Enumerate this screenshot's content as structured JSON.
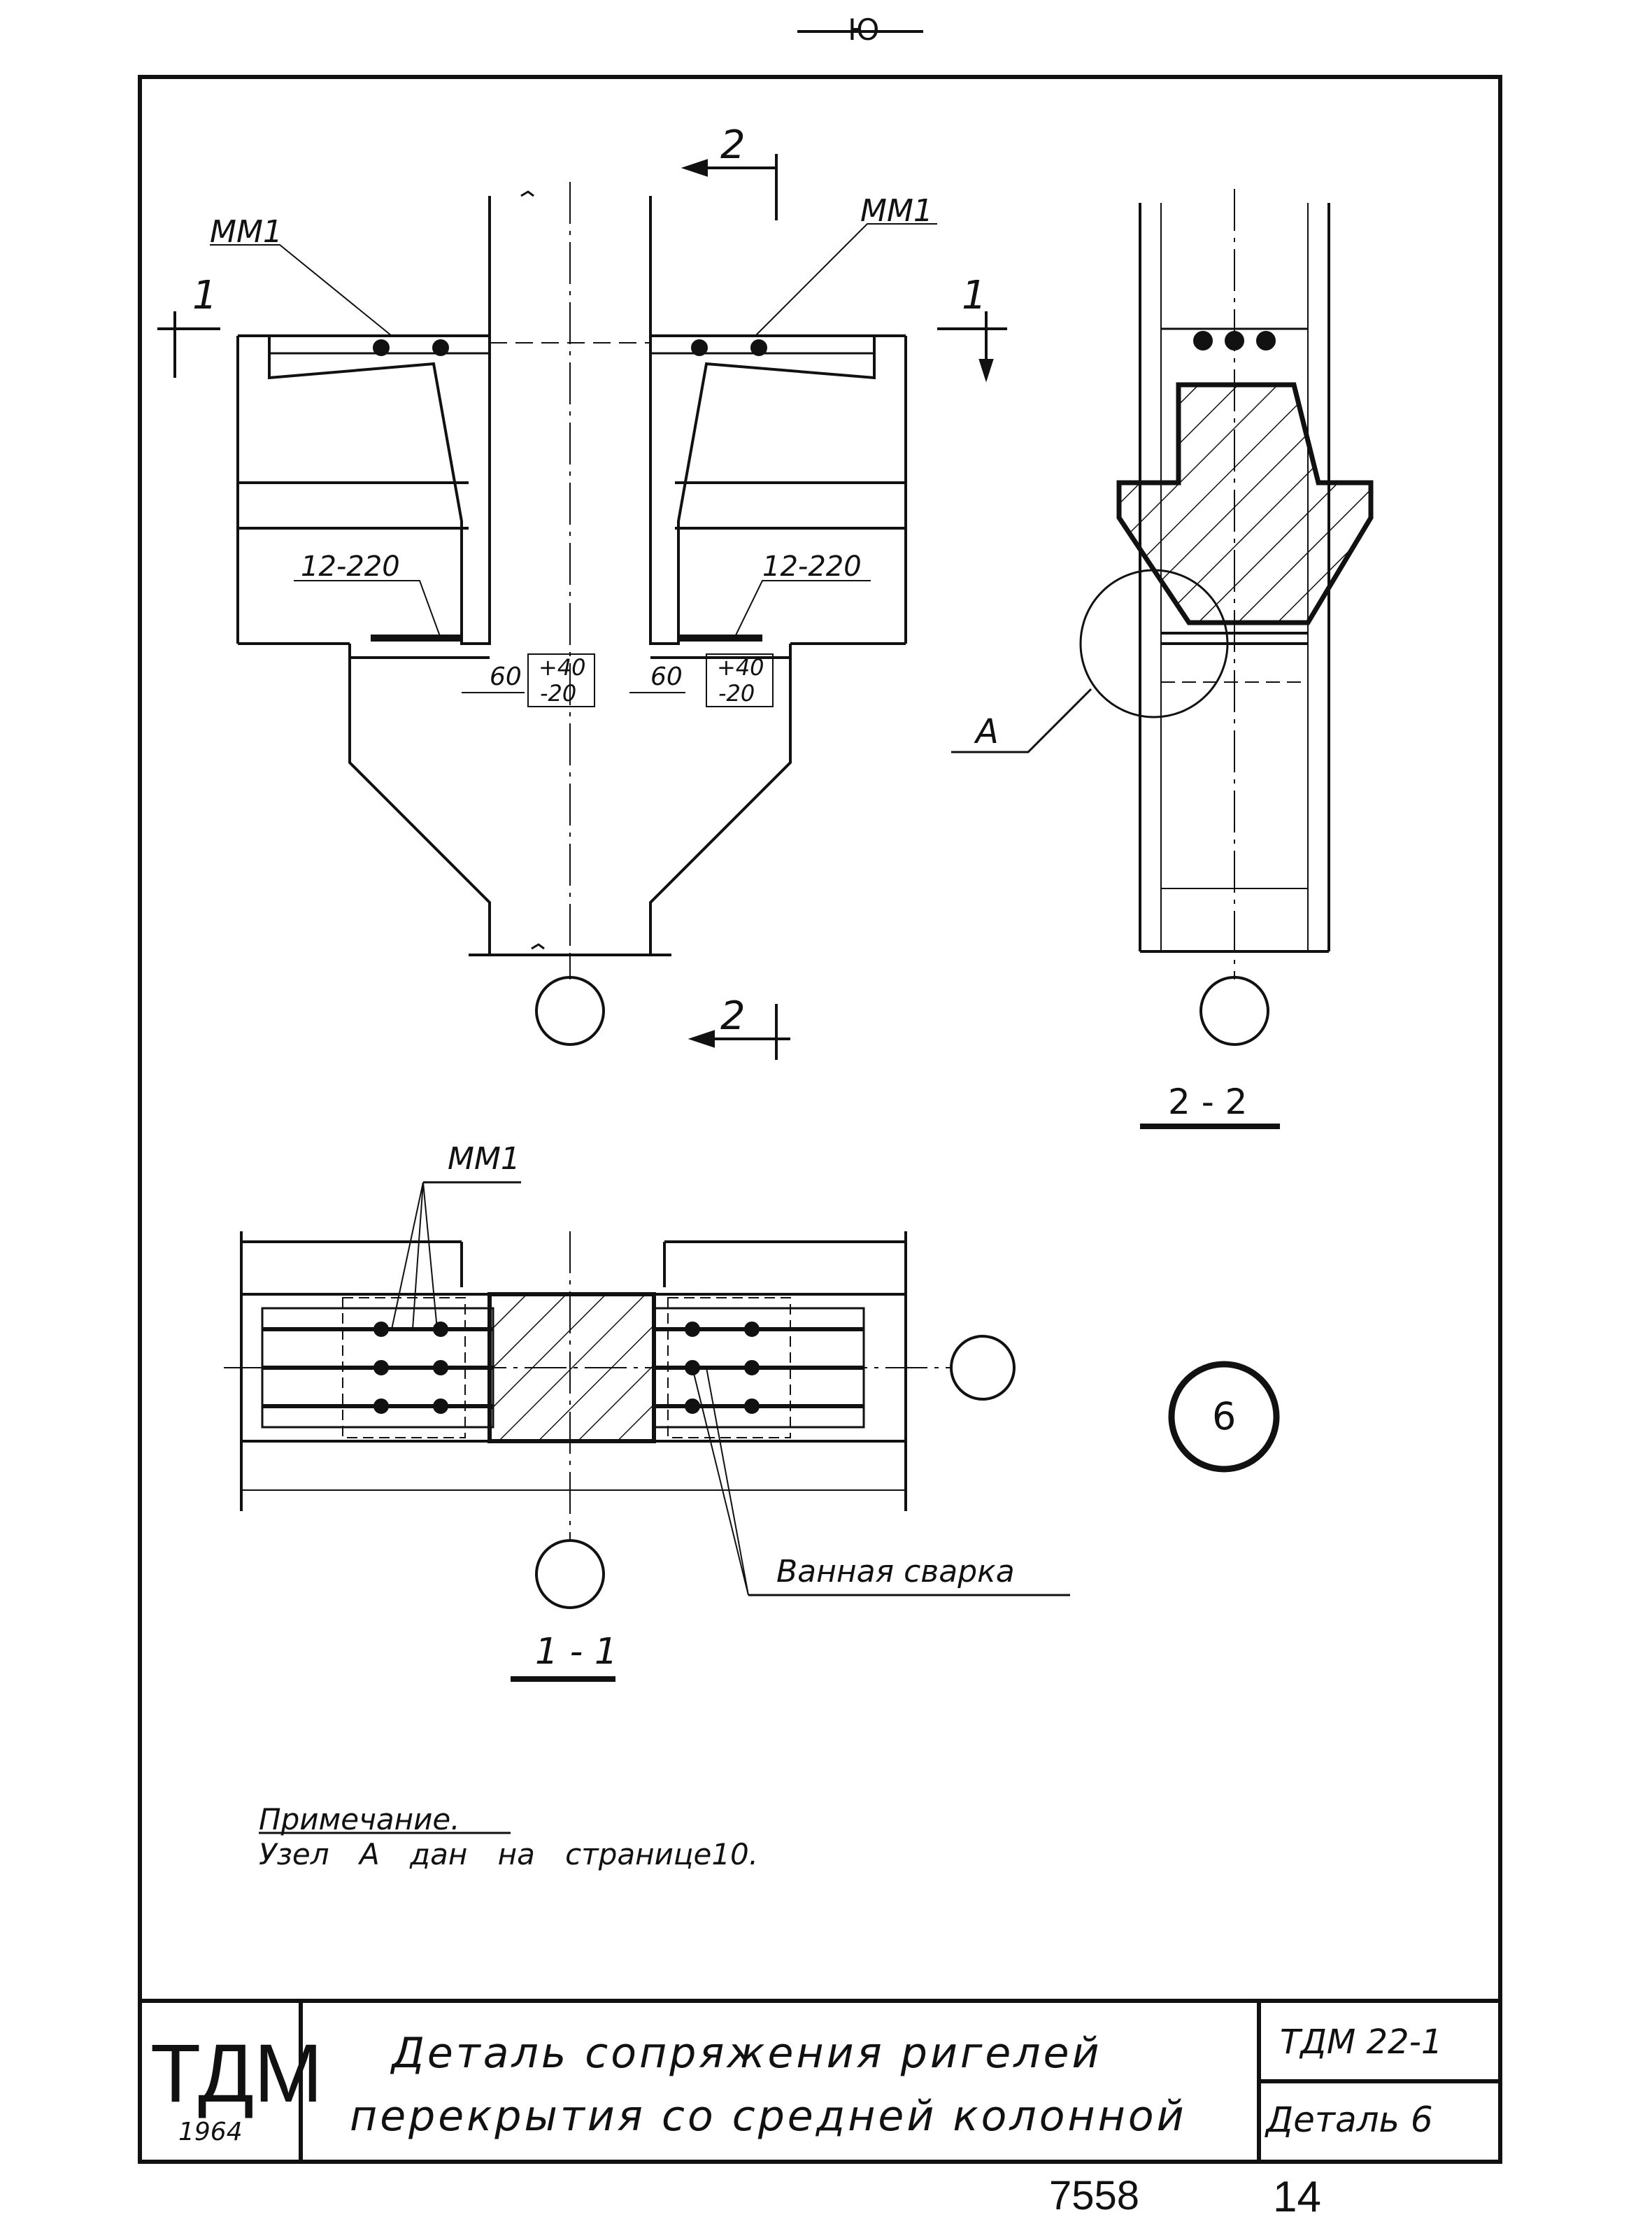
{
  "drawing": {
    "top_mark": "Ю",
    "main_view": {
      "section_mark_top": "2",
      "section_mark_bottom": "2",
      "cut_mark_left": "1",
      "cut_mark_right": "1",
      "mm1_left": "ММ1",
      "mm1_right": "ММ1",
      "weld_left": "12-220",
      "weld_right": "12-220",
      "gap_left": "60",
      "gap_right": "60",
      "tol_left_plus": "+40",
      "tol_left_minus": "-20",
      "tol_right_plus": "+40",
      "tol_right_minus": "-20"
    },
    "section_2_2": {
      "title": "2 - 2",
      "callout_a": "А"
    },
    "section_1_1": {
      "title": "1 - 1",
      "mm1": "ММ1",
      "weld_note": "Ванная сварка"
    },
    "detail_mark": "6",
    "note": {
      "heading": "Примечание.",
      "text": "Узел А дан на странице10."
    }
  },
  "title_block": {
    "org": "ТДМ",
    "year": "1964",
    "title_line1": "Деталь сопряжения ригелей",
    "title_line2": "перекрытия со средней колонной",
    "series": "ТДМ 22-1",
    "sheet": "Деталь 6"
  },
  "stamp": {
    "number": "7558",
    "page": "14"
  }
}
